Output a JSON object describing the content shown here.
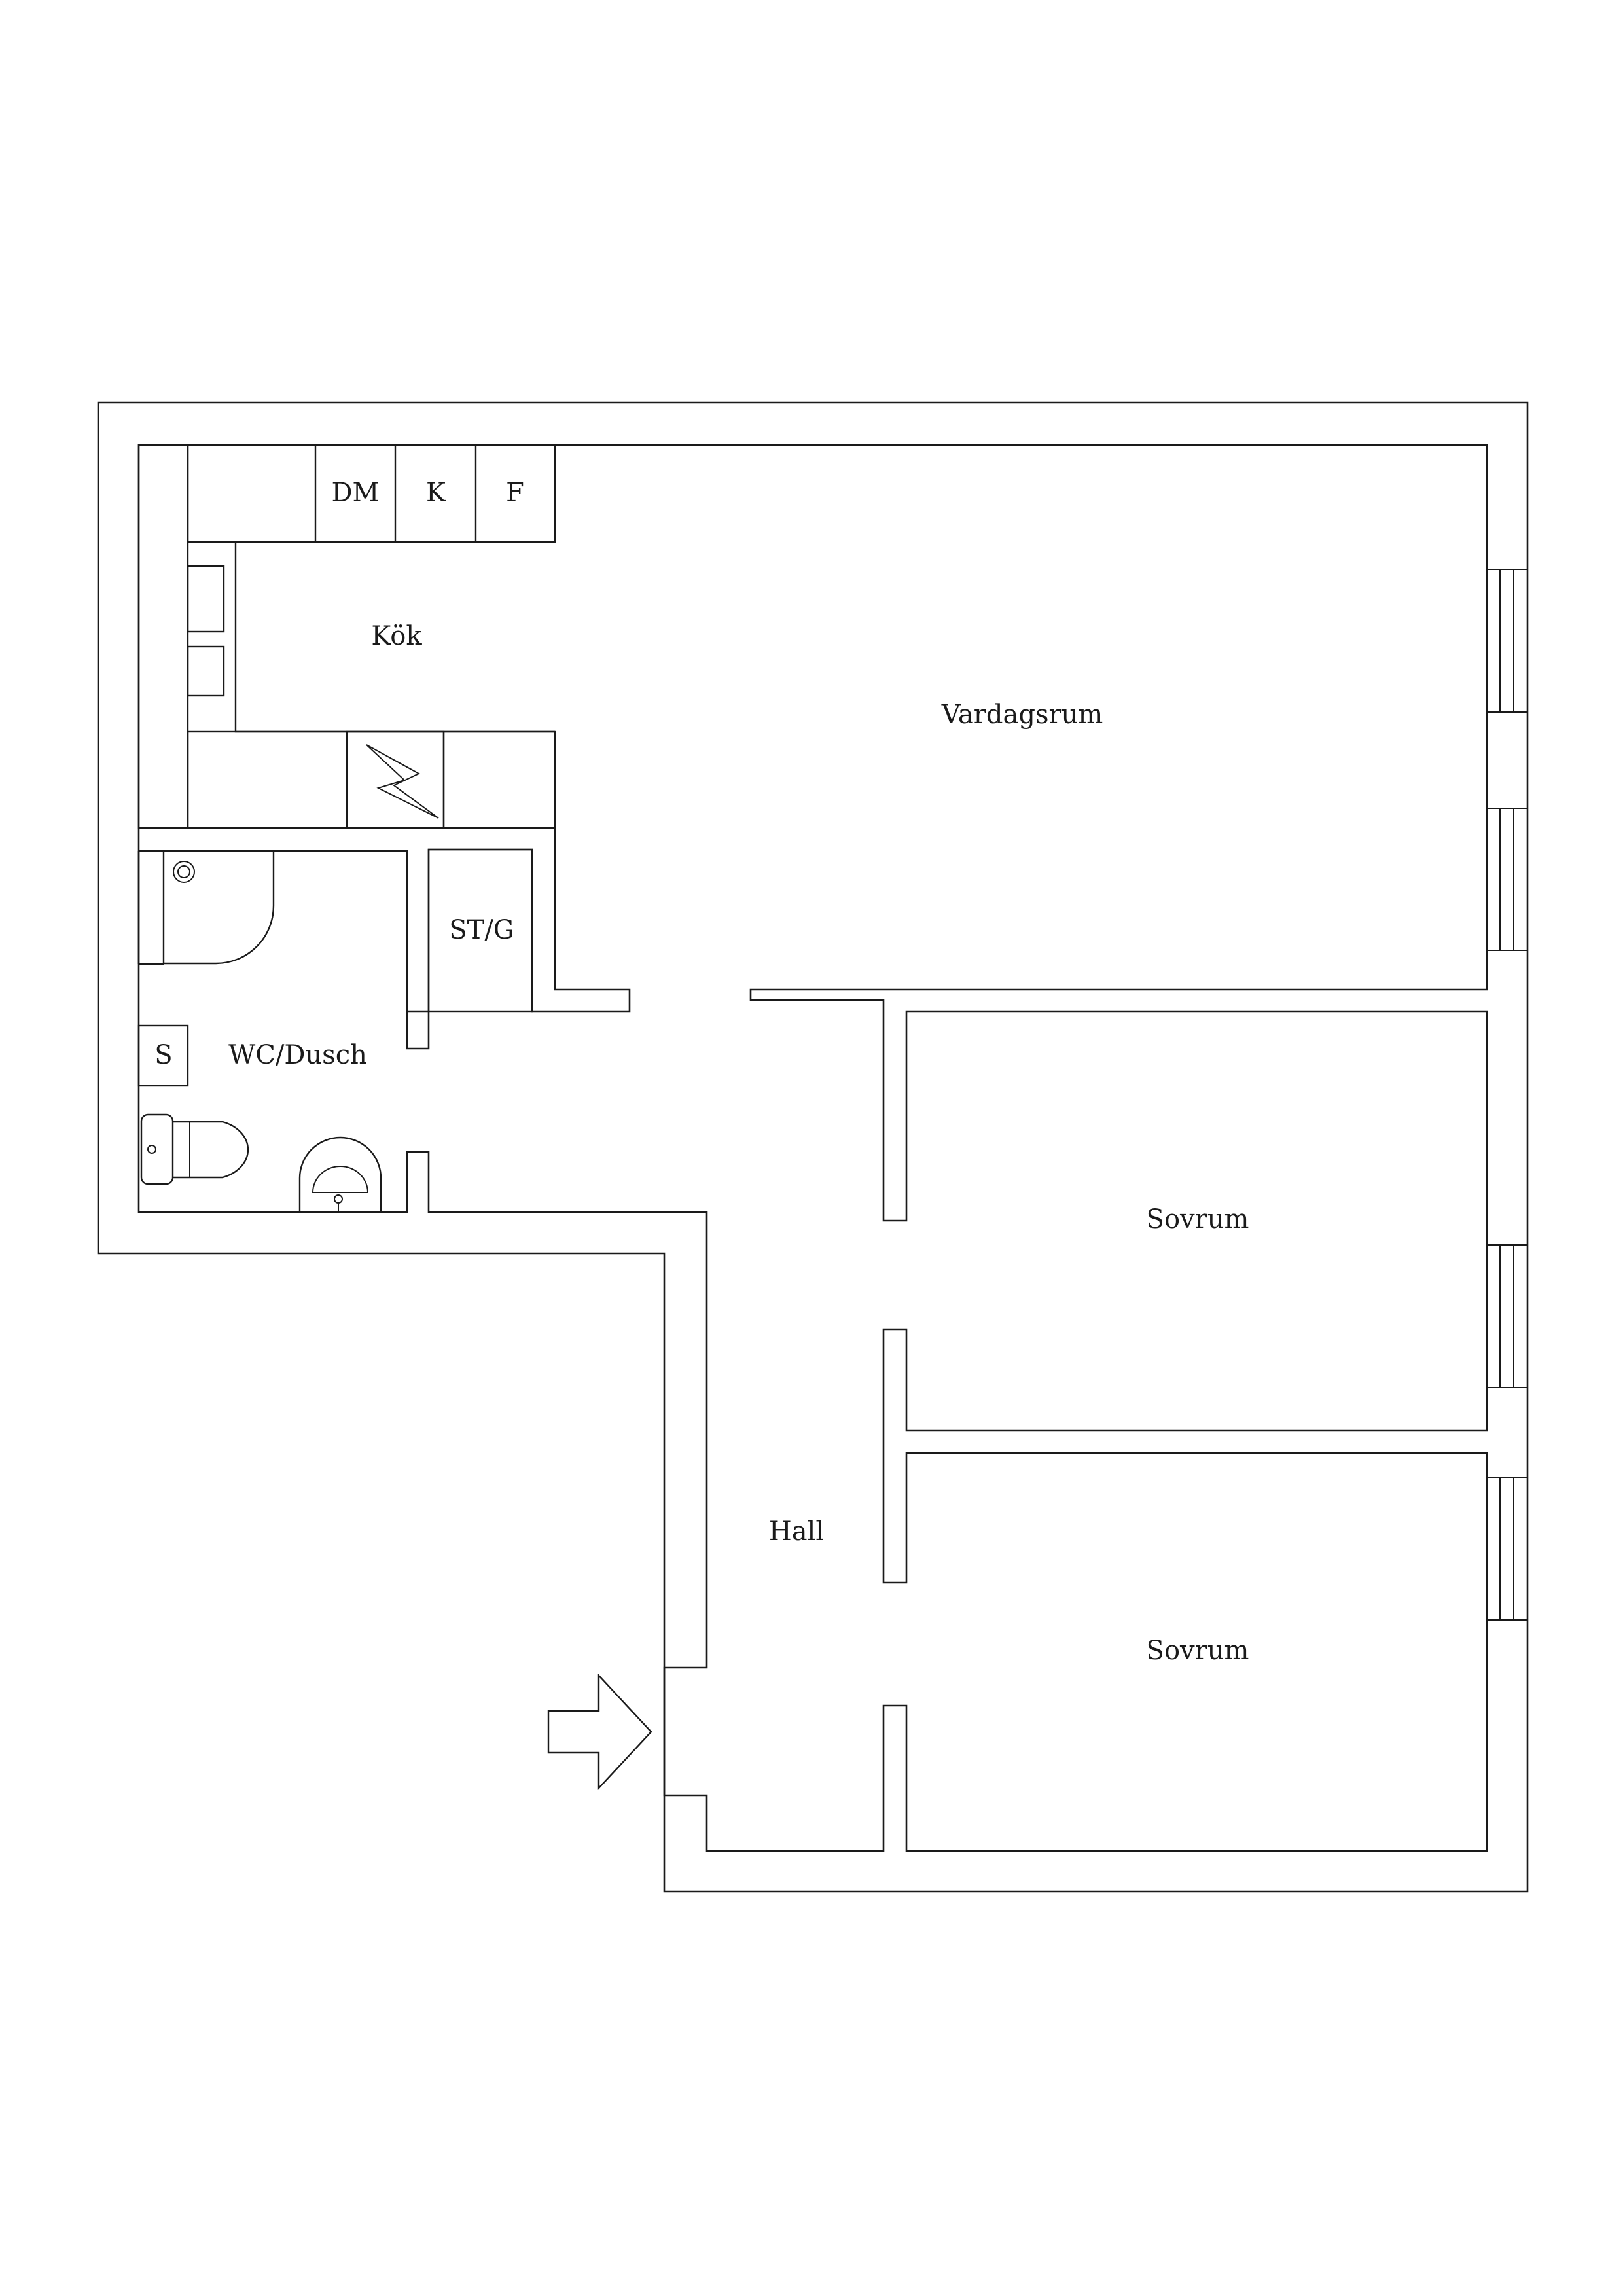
{
  "rooms": {
    "kitchen": "Kök",
    "living_room": "Vardagsrum",
    "bathroom": "WC/Dusch",
    "storage": "ST/G",
    "hall": "Hall",
    "bedroom_1": "Sovrum",
    "bedroom_2": "Sovrum"
  },
  "appliances": {
    "dishwasher": "DM",
    "freezer": "K",
    "fridge": "F",
    "washer": "S"
  }
}
